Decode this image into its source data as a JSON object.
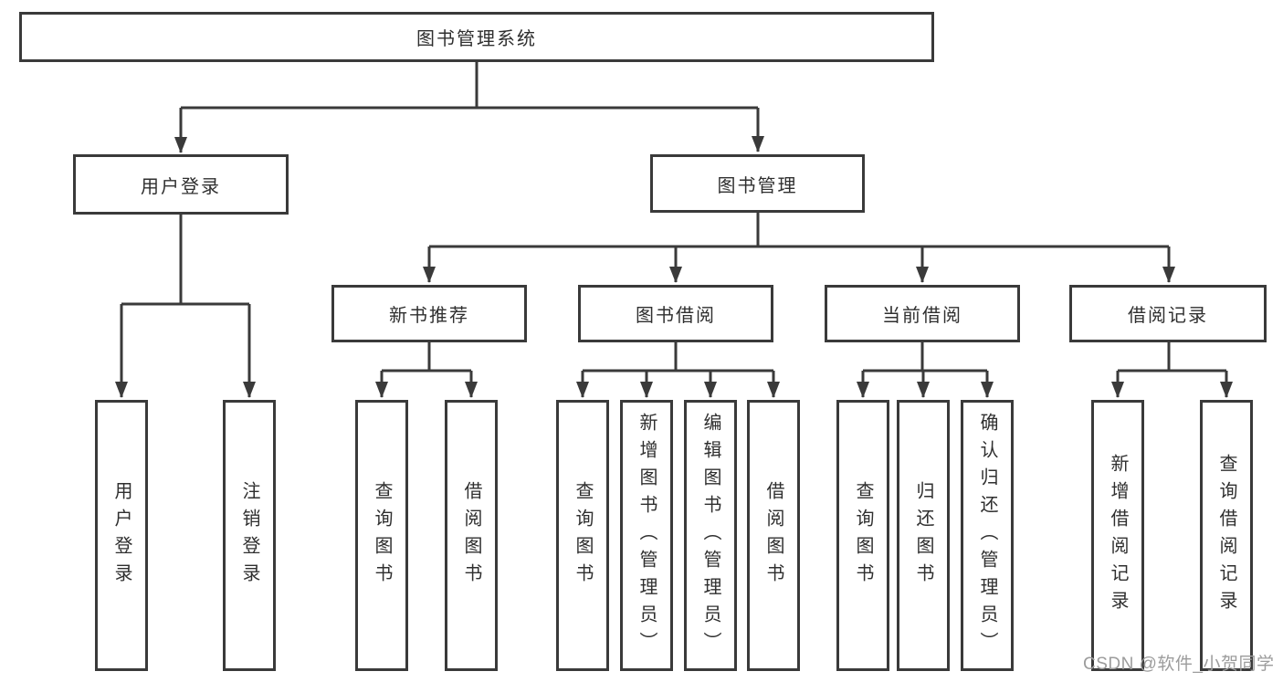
{
  "colors": {
    "line": "#3a3a3a",
    "text": "#2f2f2f",
    "box-bg": "#ffffff",
    "watermark": "#9c9c9c",
    "background": "#ffffff"
  },
  "diagram": {
    "title": "图书管理系统",
    "level2": {
      "user_login": "用户登录",
      "book_mgmt": "图书管理"
    },
    "level3": {
      "new_books": "新书推荐",
      "borrowing": "图书借阅",
      "current": "当前借阅",
      "records": "借阅记录"
    },
    "leaves": {
      "user_login": [
        "用户登录",
        "注销登录"
      ],
      "new_books": [
        "查询图书",
        "借阅图书"
      ],
      "borrowing": [
        "查询图书",
        "新增图书（管理员）",
        "编辑图书（管理员）",
        "借阅图书"
      ],
      "current": [
        "查询图书",
        "归还图书",
        "确认归还（管理员）"
      ],
      "records": [
        "新增借阅记录",
        "查询借阅记录"
      ]
    }
  },
  "watermark": {
    "text": "CSDN @软件_小贺同学"
  }
}
